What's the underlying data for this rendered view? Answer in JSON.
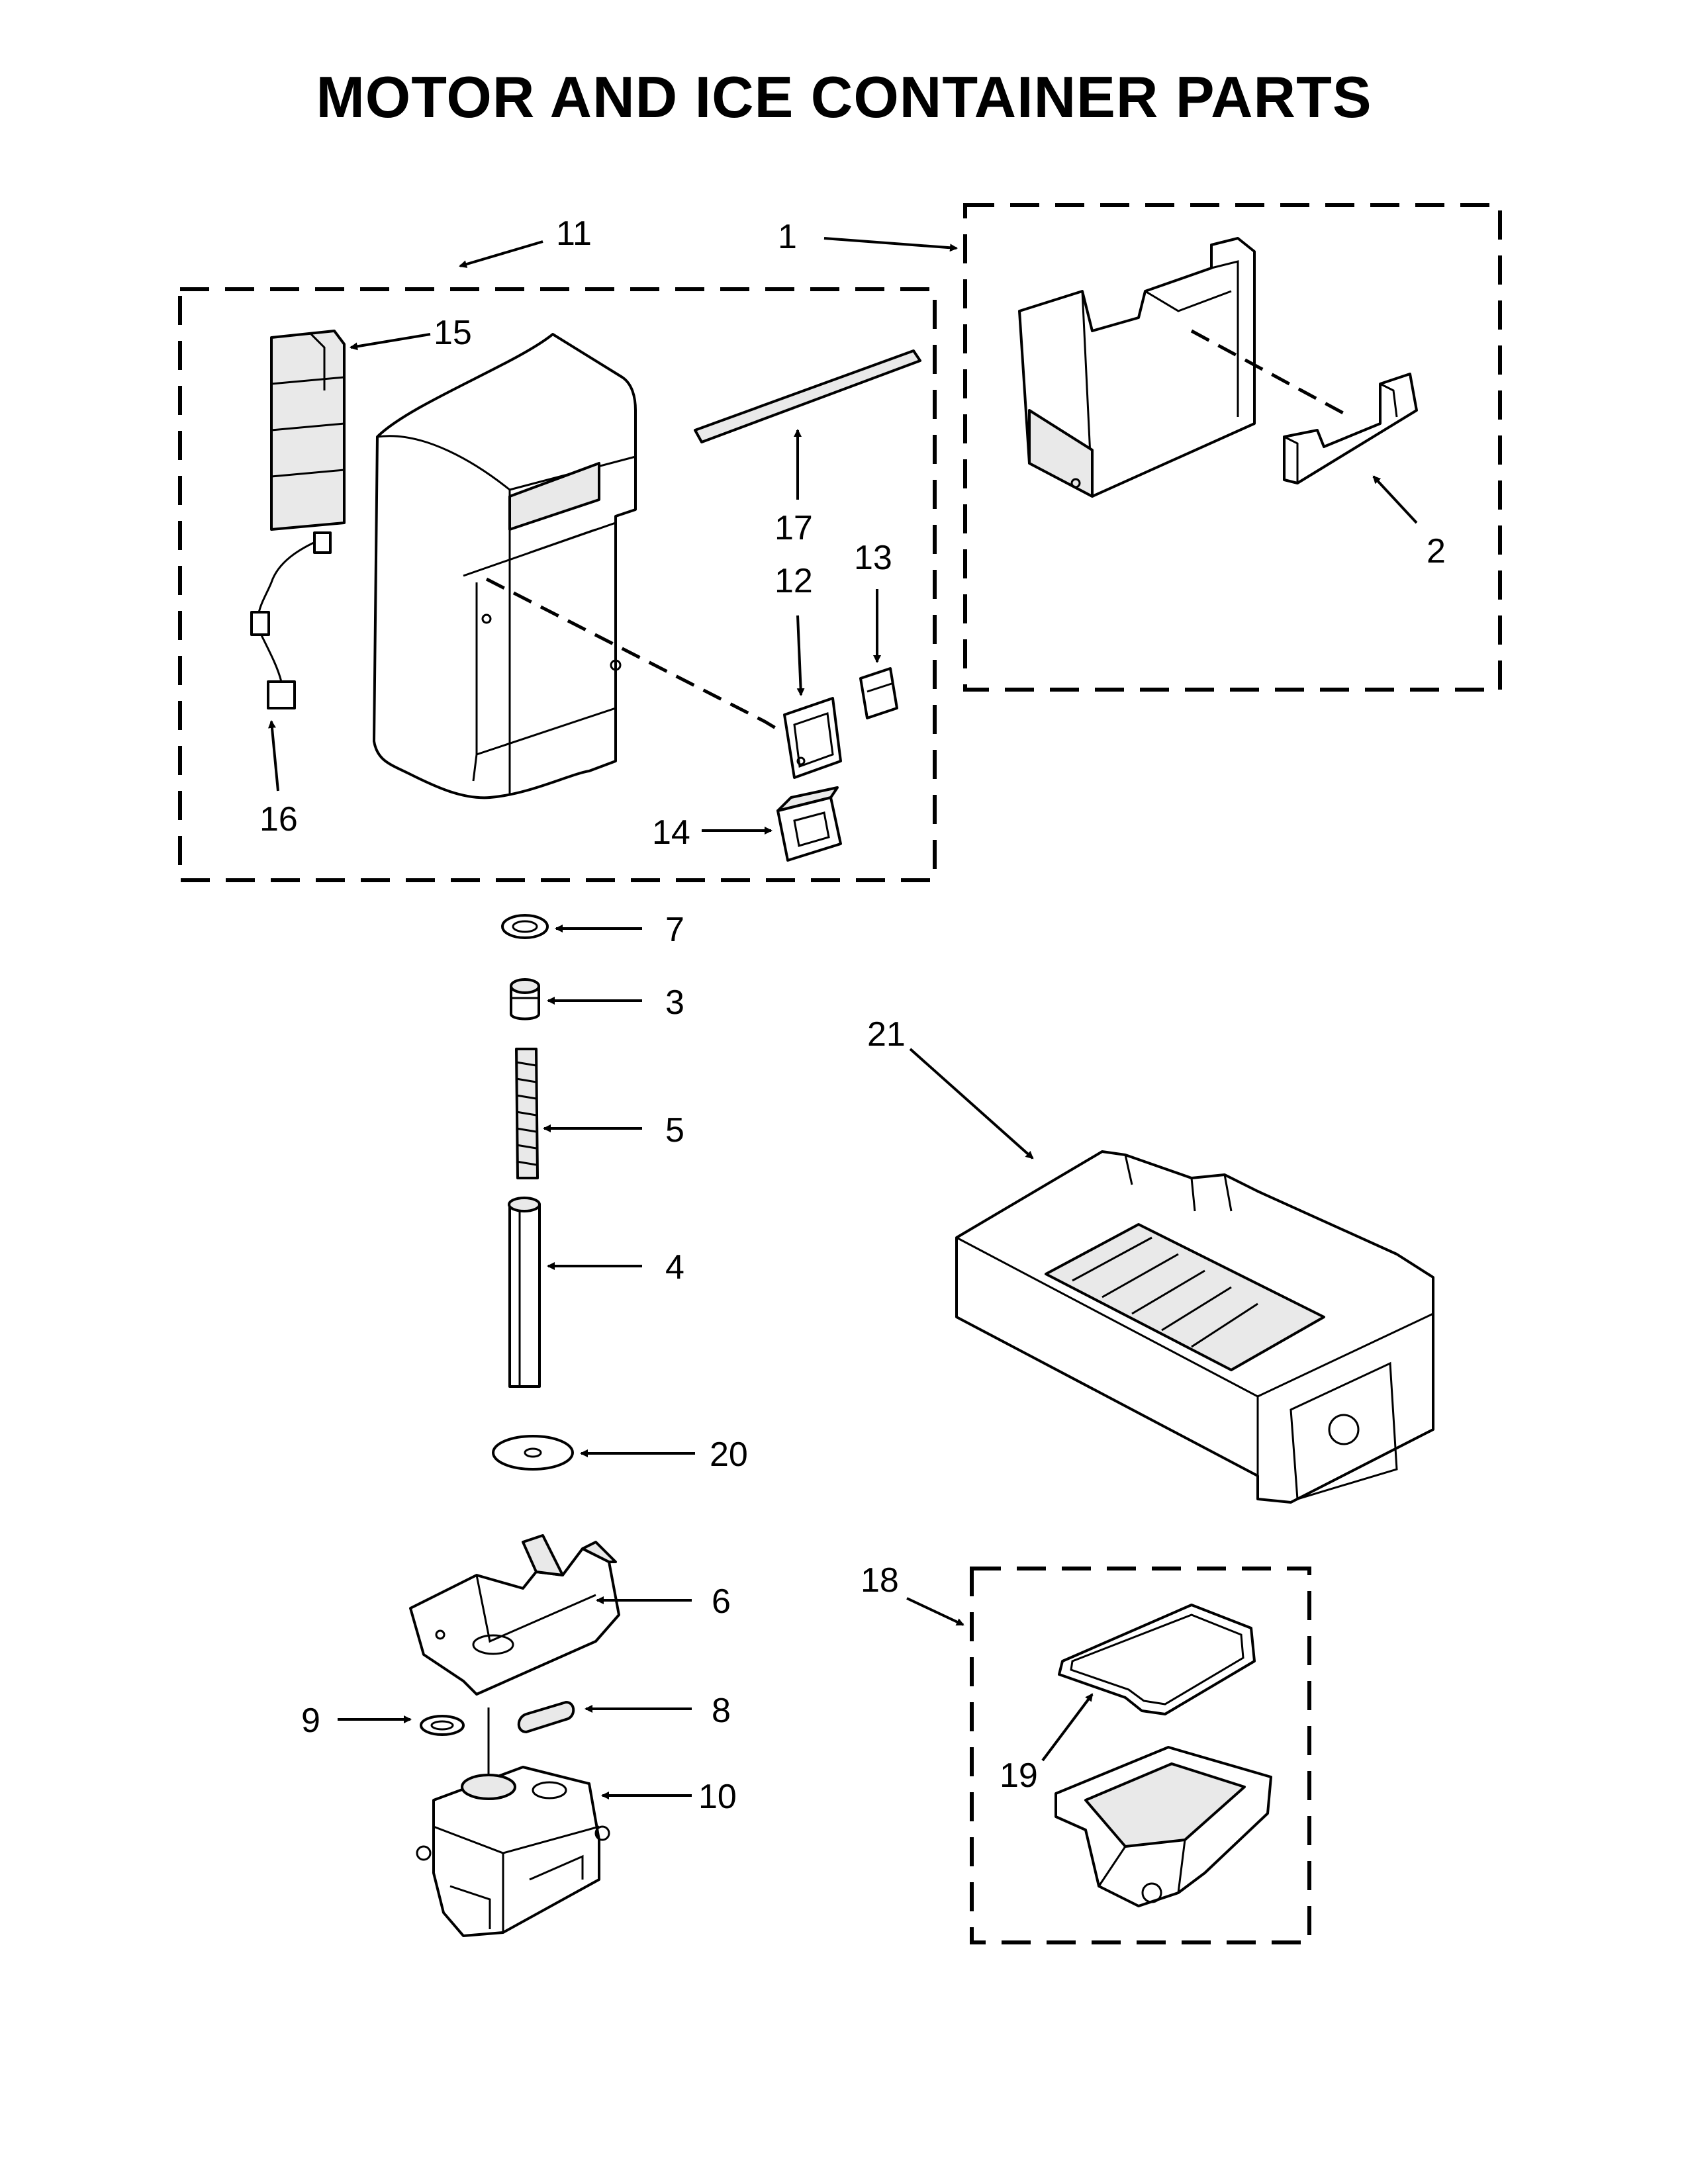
{
  "title": "MOTOR AND ICE CONTAINER PARTS",
  "callouts": {
    "c1": "1",
    "c2": "2",
    "c3": "3",
    "c4": "4",
    "c5": "5",
    "c6": "6",
    "c7": "7",
    "c8": "8",
    "c9": "9",
    "c10": "10",
    "c11": "11",
    "c12": "12",
    "c13": "13",
    "c14": "14",
    "c15": "15",
    "c16": "16",
    "c17": "17",
    "c18": "18",
    "c19": "19",
    "c20": "20",
    "c21": "21"
  },
  "colors": {
    "line": "#000000",
    "background": "#ffffff",
    "shade": "#e9e9e9"
  }
}
